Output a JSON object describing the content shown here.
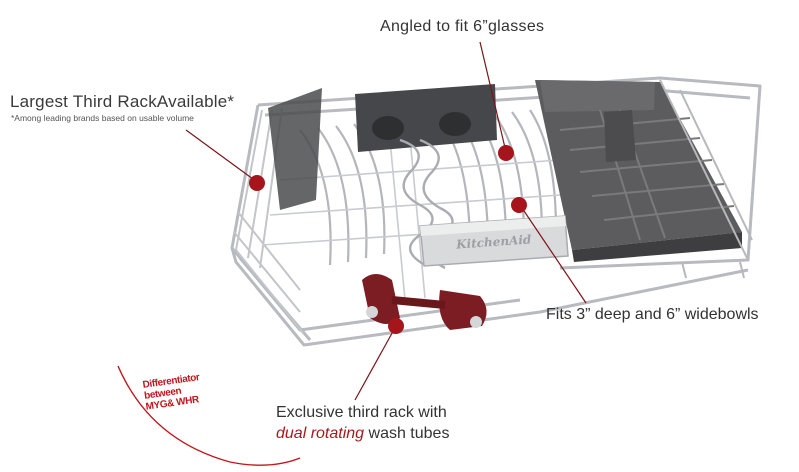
{
  "callouts": {
    "glasses": "Angled to fit 6”glasses",
    "largest_rack": "Largest Third RackAvailable*",
    "footnote": "*Among leading brands based on usable volume",
    "bowls": "Fits 3” deep and 6” widebowls",
    "exclusive_line1": "Exclusive third rack with",
    "exclusive_dual": "dual rotating",
    "exclusive_rest": " wash tubes"
  },
  "annotation": {
    "line1": "Differentiator",
    "line2": "between",
    "line3": "MYG& WHR"
  },
  "logo": {
    "brand": "KitchenAid"
  },
  "colors": {
    "marker": "#a5151b",
    "handwriting": "#c0161c",
    "rack_wire": "#b9bcc0",
    "tray": "#5a5a5a",
    "wash_tube": "#7b1d22"
  },
  "icons": {
    "callout_marker": "red-dot-icon"
  }
}
